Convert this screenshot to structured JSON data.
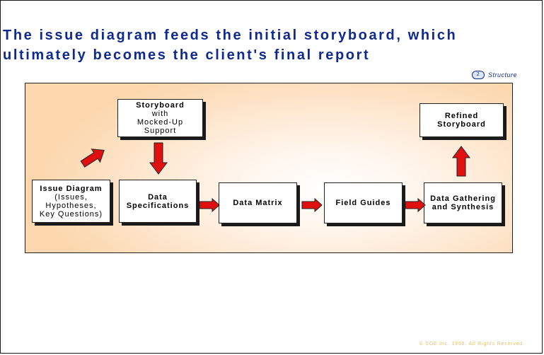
{
  "title": {
    "line1": "The issue diagram feeds the initial storyboard, which",
    "line2": "ultimately becomes the client's final report"
  },
  "section": {
    "number": "2",
    "label": "Structure"
  },
  "boxes": {
    "storyboard": {
      "line1": "Storyboard",
      "line2": "with",
      "line3": "Mocked-Up",
      "line4": "Support"
    },
    "issue_diagram": {
      "line1": "Issue Diagram",
      "line2": "(Issues,",
      "line3": "Hypotheses,",
      "line4": "Key Questions)"
    },
    "data_specifications": {
      "line1": "Data",
      "line2": "Specifications"
    },
    "data_matrix": {
      "line1": "Data Matrix"
    },
    "field_guides": {
      "line1": "Field Guides"
    },
    "data_gathering": {
      "line1": "Data Gathering",
      "line2": "and Synthesis"
    },
    "refined_storyboard": {
      "line1": "Refined",
      "line2": "Storyboard"
    }
  },
  "colors": {
    "title": "#0f2a8c",
    "arrow": "#e01010",
    "copyright": "#e8c070"
  },
  "copyright": "© SOE Inc. 1996. All Rights Reserved"
}
